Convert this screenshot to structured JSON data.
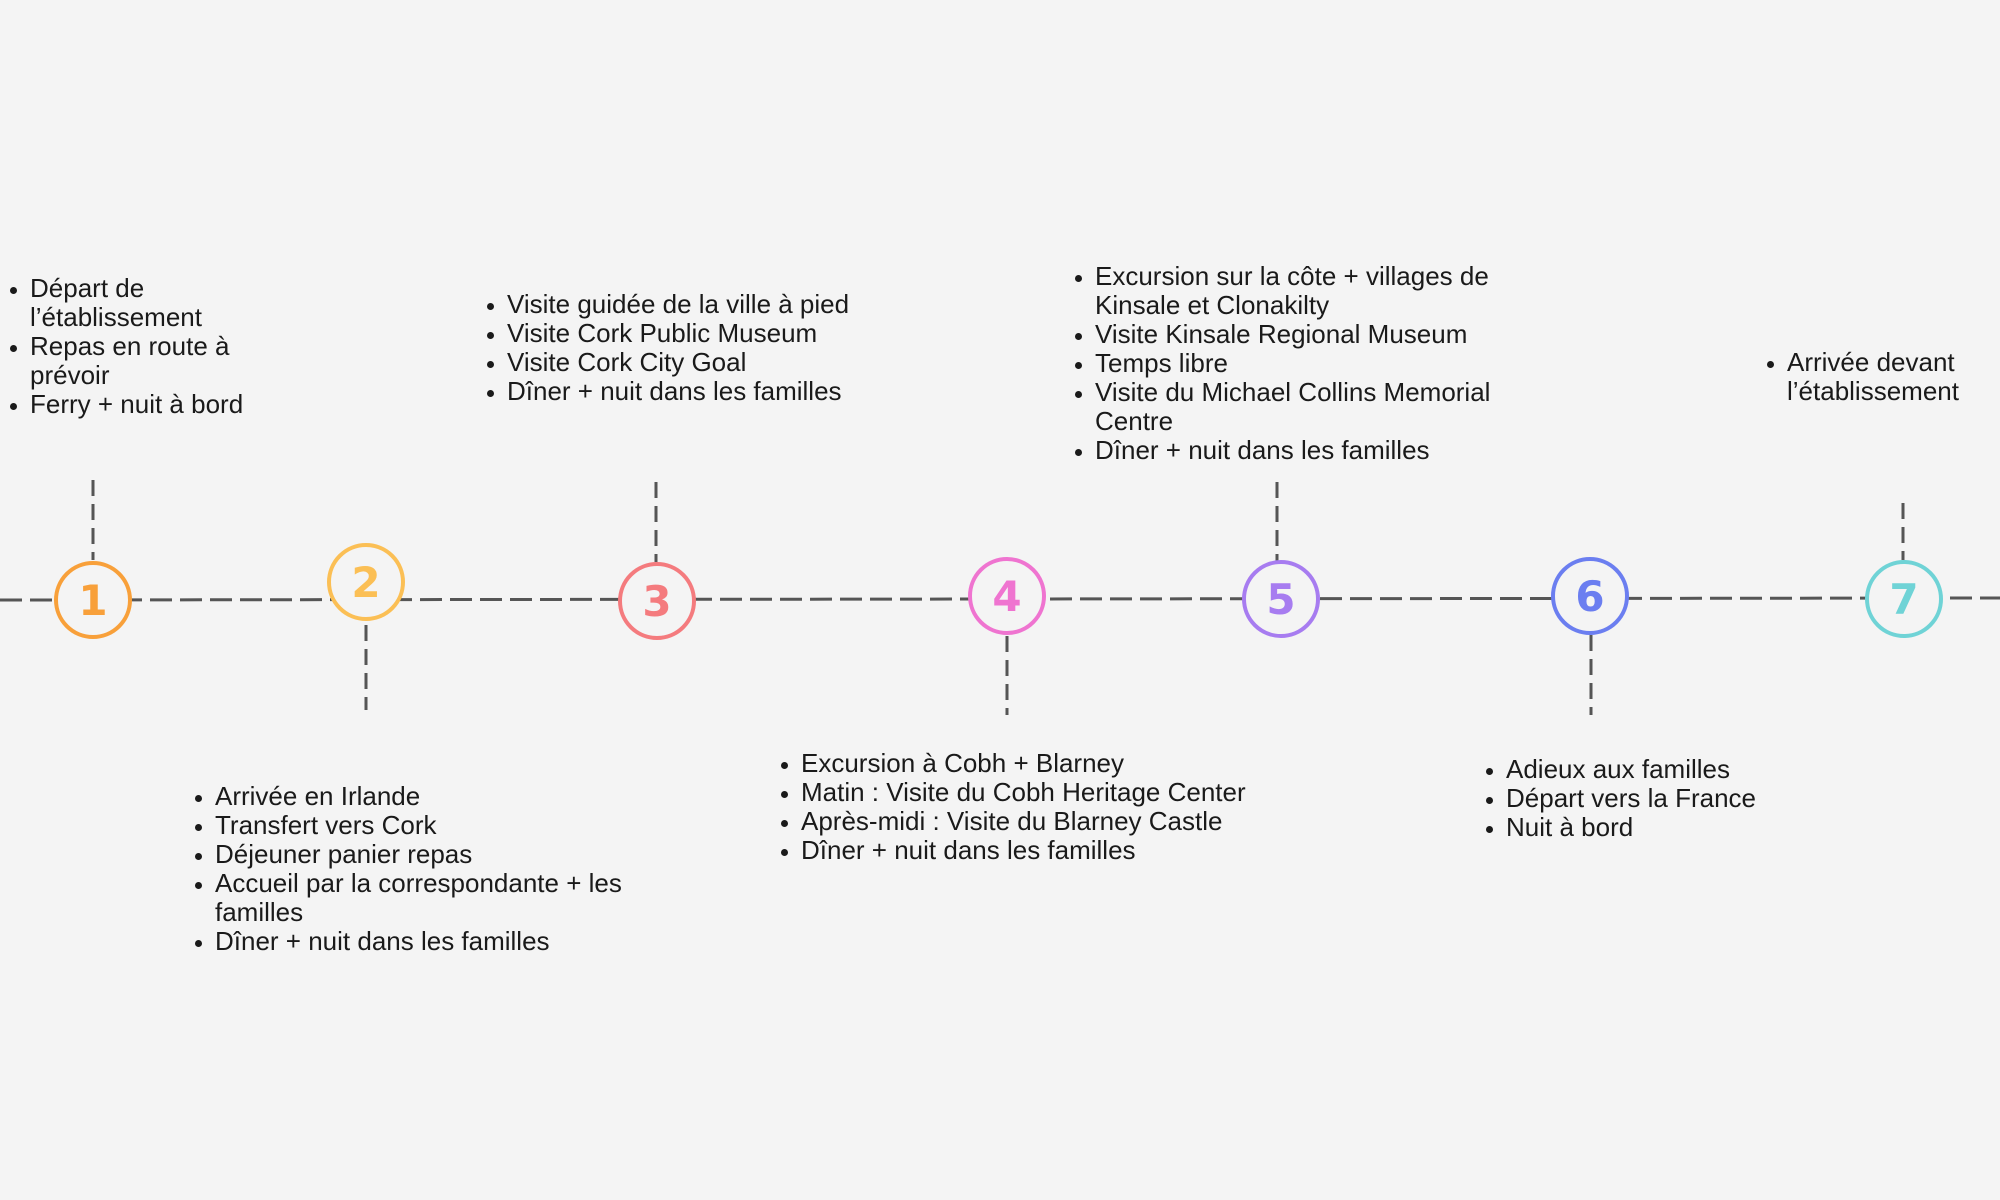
{
  "steps": [
    {
      "number": "1",
      "color": "#f8a03a",
      "items": [
        "Départ de l’établissement",
        "Repas en route à prévoir",
        "Ferry + nuit à bord"
      ]
    },
    {
      "number": "2",
      "color": "#fbbf55",
      "items": [
        "Arrivée en Irlande",
        "Transfert vers Cork",
        "Déjeuner panier repas",
        "Accueil par la correspondante + les familles",
        "Dîner + nuit dans les familles"
      ]
    },
    {
      "number": "3",
      "color": "#f47b7e",
      "items": [
        "Visite guidée de la ville à pied",
        "Visite Cork Public Museum",
        "Visite Cork City Goal",
        "Dîner + nuit dans les familles"
      ]
    },
    {
      "number": "4",
      "color": "#ef74d0",
      "items": [
        "Excursion à Cobh + Blarney",
        "Matin : Visite du Cobh Heritage Center",
        "Après-midi : Visite du Blarney Castle",
        "Dîner + nuit dans les familles"
      ]
    },
    {
      "number": "5",
      "color": "#a77cf0",
      "items": [
        "Excursion sur la côte  + villages de Kinsale et Clonakilty",
        "Visite Kinsale Regional Museum",
        "Temps libre",
        "Visite du Michael Collins Memorial Centre",
        "Dîner + nuit dans les familles"
      ]
    },
    {
      "number": "6",
      "color": "#6b7ef0",
      "items": [
        "Adieux aux familles",
        "Départ vers la France",
        "Nuit à bord"
      ]
    },
    {
      "number": "7",
      "color": "#6fd3d6",
      "items": [
        "Arrivée devant l’établissement"
      ]
    }
  ]
}
